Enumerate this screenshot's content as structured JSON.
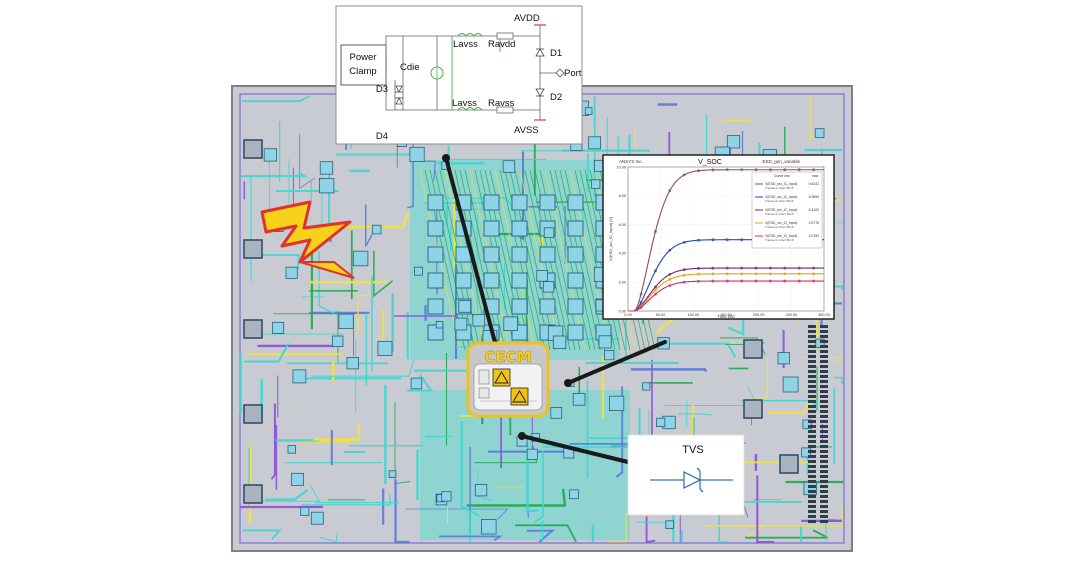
{
  "colors": {
    "board_bg": "#c9cbd2",
    "trace_cyan": "#3fd6d0",
    "trace_green": "#1fa84a",
    "trace_blue": "#5a78d8",
    "trace_yellow": "#f2e23a",
    "trace_purple": "#8a4fd6",
    "pad_fill": "#8fd4e6",
    "lightning": "#f7d21c",
    "lightning_edge": "#e0332a",
    "callout_line": "#1a1a1a"
  },
  "schematic": {
    "power_clamp": "Power\nClamp",
    "labels": {
      "cdie": "Cdie",
      "d3": "D3",
      "d4": "D4",
      "lavss_top": "Lavss",
      "ravdd": "Ravdd",
      "avdd": "AVDD",
      "d1": "D1",
      "port": "Port",
      "d2": "D2",
      "lavss_bottom": "Lavss",
      "ravss": "Ravss",
      "avss": "AVSS"
    }
  },
  "chip": {
    "title": "CECM",
    "icon": "esd-warning-icon"
  },
  "tvs": {
    "title": "TVS",
    "icon": "diode-icon"
  },
  "lightning": {
    "icon": "lightning-bolt-icon"
  },
  "chart_data": {
    "type": "line",
    "title": "V_SOC",
    "top_left_label": "ANSYS Inc.",
    "top_right_label": "ESD_gun_variable",
    "xlabel": "Time [ns]",
    "ylabel": "V(ESD_src_IC_input) [V]",
    "xlim": [
      0,
      300
    ],
    "ylim": [
      0,
      10
    ],
    "x_ticks": [
      "0.00",
      "50.00",
      "100.00",
      "150.00",
      "200.00",
      "250.00",
      "300.00"
    ],
    "y_ticks": [
      "0.00",
      "2.00",
      "4.00",
      "6.00",
      "8.00",
      "10.00"
    ],
    "legend": {
      "header": [
        "Curve Info",
        "max"
      ],
      "entries": [
        {
          "name": "V(ESD_src_IC_input)",
          "sub": "Transient Cdie='60nF'",
          "max": "9.8141"
        },
        {
          "name": "V(ESD_src_IC_input)",
          "sub": "Transient Cdie='60nF'",
          "max": "6.9690"
        },
        {
          "name": "V(ESD_src_IC_input)",
          "sub": "Transient Cdie='60nF'",
          "max": "5.4100"
        },
        {
          "name": "V(ESD_src_IC_input)",
          "sub": "Transient Cdie='60nF'",
          "max": "2.5776"
        },
        {
          "name": "V(ESD_src_IC_input)",
          "sub": "Transient Cdie='60nF'",
          "max": "2.0760"
        }
      ]
    },
    "series": [
      {
        "color": "#8b4a6e",
        "final": 9.81,
        "tau": 22
      },
      {
        "color": "#2447b8",
        "final": 4.95,
        "tau": 22
      },
      {
        "color": "#6b2b6b",
        "final": 2.98,
        "tau": 22
      },
      {
        "color": "#e0a020",
        "final": 2.58,
        "tau": 22
      },
      {
        "color": "#d0306a",
        "final": 2.08,
        "tau": 22
      }
    ]
  }
}
